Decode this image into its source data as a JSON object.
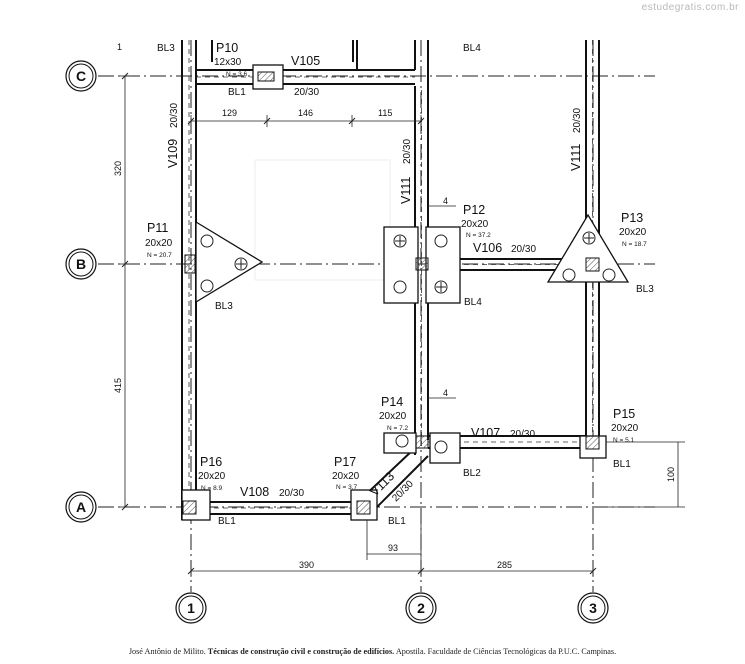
{
  "watermark": "estudegratis.com.br",
  "axes": {
    "rows": [
      "C",
      "B",
      "A"
    ],
    "cols": [
      "1",
      "2",
      "3"
    ]
  },
  "pillars": [
    {
      "name": "P10",
      "size": "12x30",
      "load": "N = 3.6"
    },
    {
      "name": "P11",
      "size": "20x20",
      "load": "N = 20.7"
    },
    {
      "name": "P12",
      "size": "20x20",
      "load": "N = 37.2"
    },
    {
      "name": "P13",
      "size": "20x20",
      "load": "N = 18.7"
    },
    {
      "name": "P14",
      "size": "20x20",
      "load": "N = 7.2"
    },
    {
      "name": "P15",
      "size": "20x20",
      "load": "N = 5.1"
    },
    {
      "name": "P16",
      "size": "20x20",
      "load": "N = 8.9"
    },
    {
      "name": "P17",
      "size": "20x20",
      "load": "N = 3.7"
    }
  ],
  "beams": {
    "v105": {
      "name": "V105",
      "size": "20/30"
    },
    "v106": {
      "name": "V106",
      "size": "20/30"
    },
    "v107": {
      "name": "V107",
      "size": "20/30"
    },
    "v108": {
      "name": "V108",
      "size": "20/30"
    },
    "v109": {
      "name": "V109",
      "size": "20/30"
    },
    "v111a": {
      "name": "V111",
      "size": "20/30"
    },
    "v111b": {
      "name": "V111",
      "size": "20/30"
    },
    "v113": {
      "name": "V113",
      "size": "20/30"
    }
  },
  "blocks": {
    "bl3_top": "BL3",
    "bl4_top": "BL4",
    "bl1_p10": "BL1",
    "bl3_p11": "BL3",
    "bl4_p12": "BL4",
    "bl3_p13": "BL3",
    "bl2_p14": "BL2",
    "bl1_p15": "BL1",
    "bl1_p16": "BL1",
    "bl1_p17": "BL1"
  },
  "dimensions": {
    "top_129": "129",
    "top_146": "146",
    "top_115": "115",
    "left_320": "320",
    "left_415": "415",
    "bottom_390": "390",
    "bottom_285": "285",
    "bottom_93": "93",
    "right_100": "100",
    "mark_4a": "4",
    "mark_4b": "4",
    "mark_1": "1"
  },
  "caption": {
    "author": "José Antônio de Milito.",
    "title": "Técnicas de construção civil e construção de edifícios.",
    "rest": "Apostila. Faculdade de Ciências Tecnológicas da P.U.C. Campinas."
  }
}
